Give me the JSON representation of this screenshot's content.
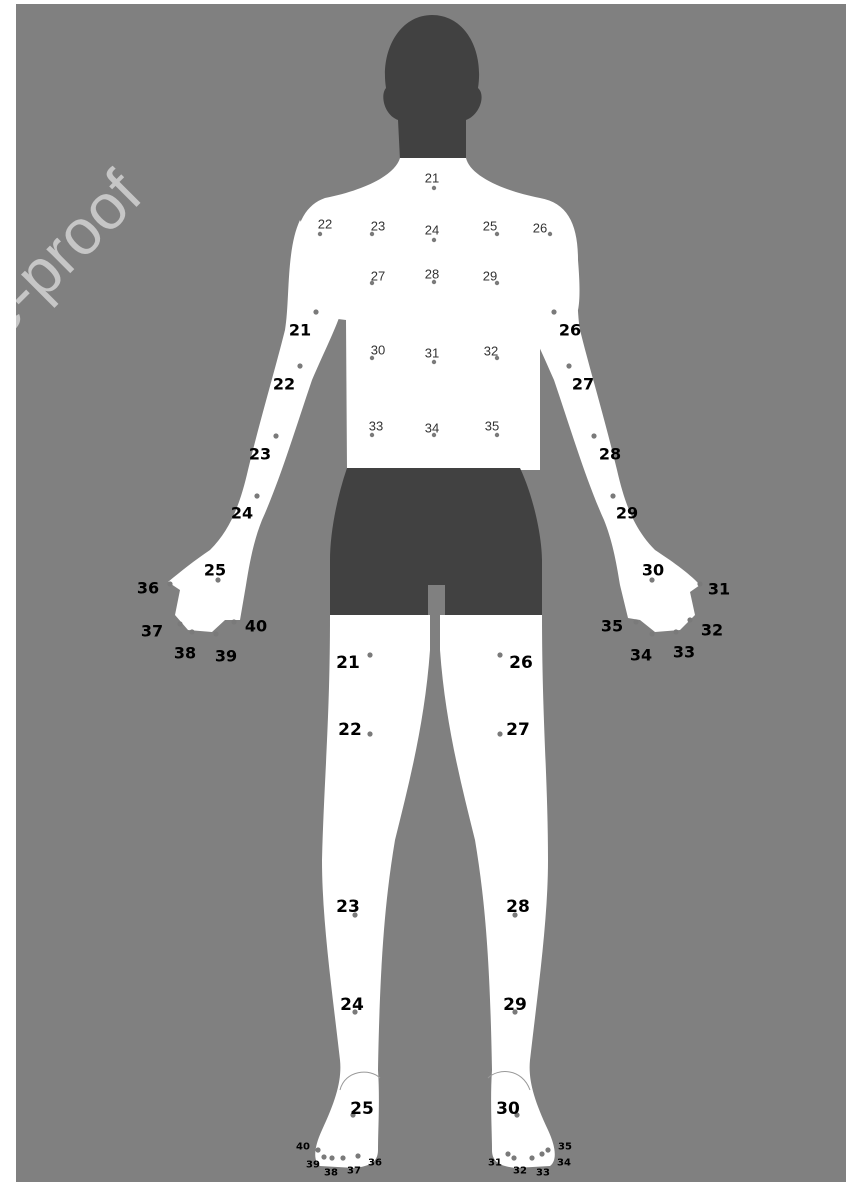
{
  "watermark": "e-proof",
  "colors": {
    "background": "#808080",
    "body": "#ffffff",
    "dark": "#414141",
    "dot": "#7a7a7a",
    "label": "#000000",
    "label_small": "#333333"
  },
  "regions": {
    "back": [
      "21",
      "22",
      "23",
      "24",
      "25",
      "26",
      "27",
      "28",
      "29",
      "30",
      "31",
      "32",
      "33",
      "34",
      "35"
    ],
    "right_arm": [
      "21",
      "22",
      "23",
      "24",
      "25"
    ],
    "left_arm": [
      "26",
      "27",
      "28",
      "29",
      "30"
    ],
    "right_hand_fingers": [
      "36",
      "37",
      "38",
      "39",
      "40"
    ],
    "left_hand_fingers": [
      "31",
      "32",
      "33",
      "34",
      "35"
    ],
    "right_leg": [
      "21",
      "22",
      "23",
      "24",
      "25"
    ],
    "left_leg": [
      "26",
      "27",
      "28",
      "29",
      "30"
    ],
    "right_foot_toes": [
      "40",
      "39",
      "38",
      "37",
      "36"
    ],
    "left_foot_toes": [
      "31",
      "32",
      "33",
      "34",
      "35"
    ]
  }
}
